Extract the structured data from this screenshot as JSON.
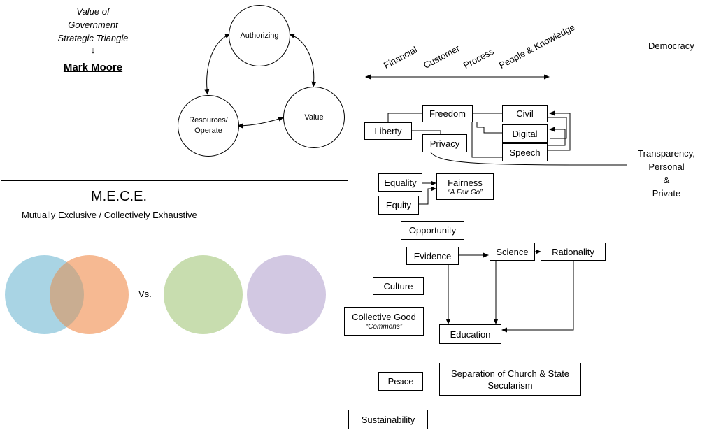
{
  "strategic_triangle": {
    "title_lines": [
      "Value of",
      "Government",
      "Strategic Triangle"
    ],
    "arrow_glyph": "↓",
    "author": "Mark Moore",
    "nodes": {
      "authorizing": "Authorizing",
      "resources_lines": [
        "Resources/",
        "Operate"
      ],
      "value": "Value"
    }
  },
  "mece": {
    "title": "M.E.C.E.",
    "subtitle": "Mutually Exclusive / Collectively Exhaustive",
    "vs_label": "Vs.",
    "colors": {
      "blue": "#a9d4e4",
      "orange": "#f6b992",
      "overlap": "#c9ad91",
      "green": "#c8ddaf",
      "purple": "#d2c8e2"
    }
  },
  "perspectives": [
    "Financial",
    "Customer",
    "Process",
    "People & Knowledge"
  ],
  "democracy": "Democracy",
  "boxes": {
    "freedom": "Freedom",
    "liberty": "Liberty",
    "privacy": "Privacy",
    "civil": "Civil",
    "digital": "Digital",
    "speech": "Speech",
    "transparency_lines": [
      "Transparency,",
      "Personal",
      "&",
      "Private"
    ],
    "equality": "Equality",
    "equity": "Equity",
    "fairness": "Fairness",
    "fairness_sub": "“A Fair Go”",
    "opportunity": "Opportunity",
    "evidence": "Evidence",
    "science": "Science",
    "rationality": "Rationality",
    "culture": "Culture",
    "collective_good": "Collective Good",
    "collective_good_sub": "“Commons”",
    "education": "Education",
    "peace": "Peace",
    "separation_lines": [
      "Separation of Church & State",
      "Secularism"
    ],
    "sustainability": "Sustainability"
  }
}
